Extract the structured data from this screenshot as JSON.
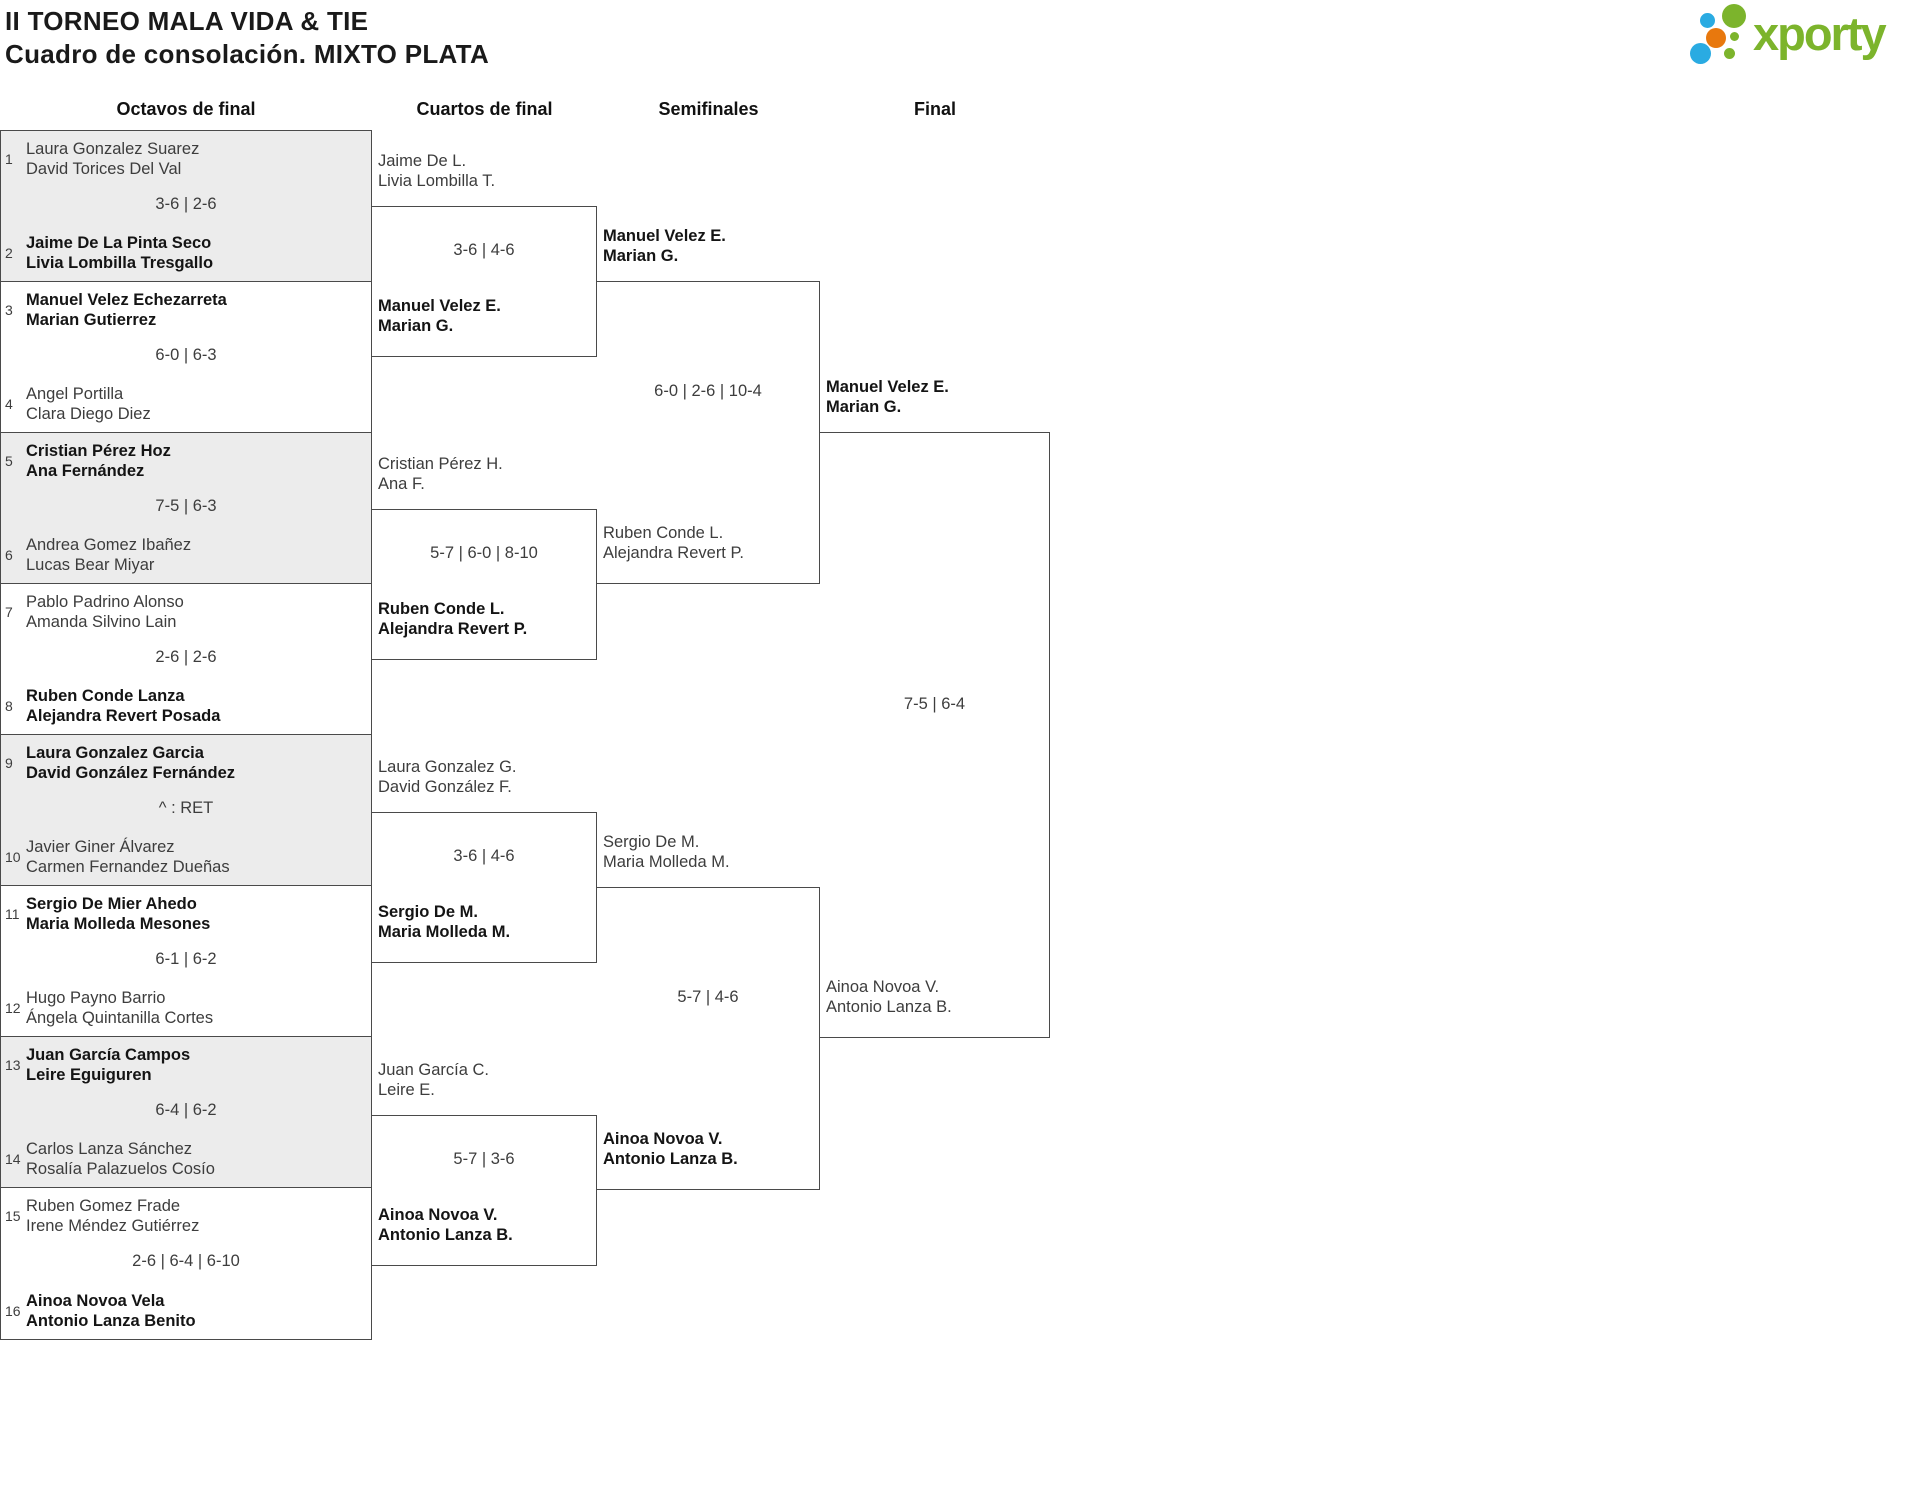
{
  "title": {
    "line1": "II TORNEO MALA VIDA & TIE",
    "line2": "Cuadro de consolación. MIXTO PLATA"
  },
  "logo": {
    "text": "xporty"
  },
  "colors": {
    "accent_green": "#7cb42c",
    "accent_blue": "#2aabe2",
    "accent_orange": "#e8780d"
  },
  "rounds": {
    "r16": "Octavos de final",
    "qf": "Cuartos de final",
    "sf": "Semifinales",
    "f": "Final"
  },
  "octavos": [
    {
      "seed_a": "1",
      "a1": "Laura Gonzalez Suarez",
      "a2": "David Torices Del Val",
      "score": "3-6 | 2-6",
      "seed_b": "2",
      "b1": "Jaime De La Pinta Seco",
      "b2": "Livia Lombilla Tresgallo"
    },
    {
      "seed_a": "3",
      "a1": "Manuel Velez Echezarreta",
      "a2": "Marian Gutierrez",
      "score": "6-0 | 6-3",
      "seed_b": "4",
      "b1": "Angel Portilla",
      "b2": "Clara Diego Diez"
    },
    {
      "seed_a": "5",
      "a1": "Cristian Pérez Hoz",
      "a2": "Ana Fernández",
      "score": "7-5 | 6-3",
      "seed_b": "6",
      "b1": "Andrea Gomez Ibañez",
      "b2": "Lucas Bear Miyar"
    },
    {
      "seed_a": "7",
      "a1": "Pablo Padrino Alonso",
      "a2": "Amanda Silvino Lain",
      "score": "2-6 | 2-6",
      "seed_b": "8",
      "b1": "Ruben Conde Lanza",
      "b2": "Alejandra Revert Posada"
    },
    {
      "seed_a": "9",
      "a1": "Laura Gonzalez Garcia",
      "a2": "David González Fernández",
      "score": "^ : RET",
      "seed_b": "10",
      "b1": "Javier Giner Álvarez",
      "b2": "Carmen Fernandez Dueñas"
    },
    {
      "seed_a": "11",
      "a1": "Sergio De Mier Ahedo",
      "a2": "Maria Molleda Mesones",
      "score": "6-1 | 6-2",
      "seed_b": "12",
      "b1": "Hugo Payno Barrio",
      "b2": "Ángela Quintanilla Cortes"
    },
    {
      "seed_a": "13",
      "a1": "Juan García Campos",
      "a2": "Leire Eguiguren",
      "score": "6-4 | 6-2",
      "seed_b": "14",
      "b1": "Carlos Lanza Sánchez",
      "b2": "Rosalía Palazuelos Cosío"
    },
    {
      "seed_a": "15",
      "a1": "Ruben Gomez Frade",
      "a2": "Irene Méndez Gutiérrez",
      "score": "2-6 | 6-4 | 6-10",
      "seed_b": "16",
      "b1": "Ainoa Novoa Vela",
      "b2": "Antonio Lanza Benito"
    }
  ],
  "cuartos": [
    {
      "top1": "Jaime De L.",
      "top2": "Livia Lombilla T.",
      "score": "3-6 | 4-6",
      "win1": "Manuel Velez E.",
      "win2": "Marian G."
    },
    {
      "top1": "Cristian Pérez H.",
      "top2": "Ana F.",
      "score": "5-7 | 6-0 | 8-10",
      "win1": "Ruben Conde L.",
      "win2": "Alejandra Revert P."
    },
    {
      "top1": "Laura Gonzalez G.",
      "top2": "David González F.",
      "score": "3-6 | 4-6",
      "win1": "Sergio De M.",
      "win2": "Maria Molleda M."
    },
    {
      "top1": "Juan García C.",
      "top2": "Leire E.",
      "score": "5-7 | 3-6",
      "win1": "Ainoa Novoa V.",
      "win2": "Antonio Lanza B."
    }
  ],
  "semifinales": [
    {
      "top1": "Manuel Velez E.",
      "top2": "Marian G.",
      "score": "6-0 | 2-6 | 10-4",
      "bottom1": "Ruben Conde L.",
      "bottom2": "Alejandra Revert P."
    },
    {
      "top1": "Sergio De M.",
      "top2": "Maria Molleda M.",
      "score": "5-7 | 4-6",
      "bottom1": "Ainoa Novoa V.",
      "bottom2": "Antonio Lanza B."
    }
  ],
  "final": {
    "top1": "Manuel Velez E.",
    "top2": "Marian G.",
    "score": "7-5 | 6-4",
    "bottom1": "Ainoa Novoa V.",
    "bottom2": "Antonio Lanza B."
  }
}
